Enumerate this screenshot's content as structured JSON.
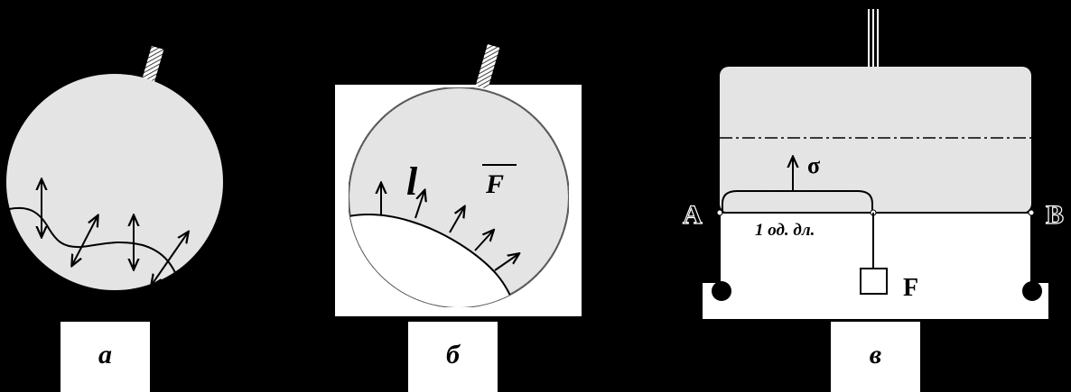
{
  "panels": {
    "a": {
      "caption": "а"
    },
    "b": {
      "caption": "б",
      "label_l": "l",
      "label_F": "F"
    },
    "c": {
      "caption": "в",
      "label_A": "A",
      "label_B": "B",
      "label_sigma": "σ",
      "label_unit_length": "1 од. дл.",
      "label_F": "F"
    }
  },
  "colors": {
    "background": "#000000",
    "speckle": "#e6e6e6",
    "line": "#000000",
    "white": "#ffffff"
  }
}
